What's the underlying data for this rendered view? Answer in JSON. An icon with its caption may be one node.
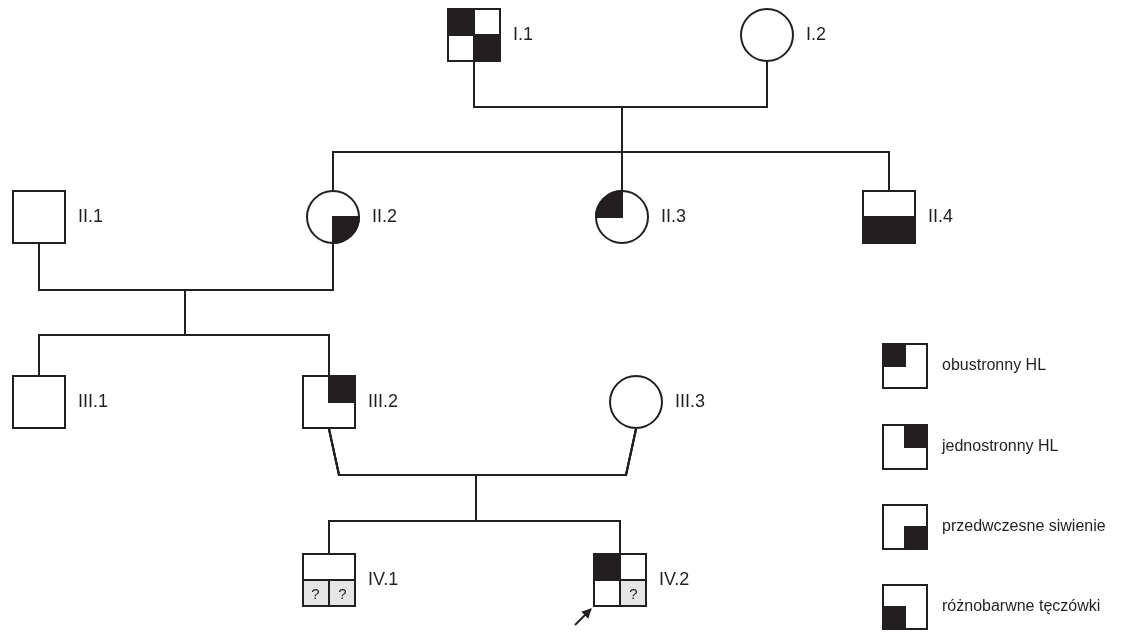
{
  "diagram": {
    "nodes": [
      {
        "text": [],
        "shape": "box",
        "beside": [
          "I.1"
        ]
      },
      {
        "text": [],
        "shape": "circle",
        "beside": [
          "I.2"
        ]
      },
      {
        "text": [],
        "shape": "box",
        "beside": [
          "II.1"
        ]
      },
      {
        "text": [],
        "shape": "circle",
        "beside": [
          "II.2"
        ]
      },
      {
        "text": [],
        "shape": "circle",
        "beside": [
          "II.3"
        ]
      },
      {
        "text": [],
        "shape": "box",
        "beside": [
          "II.4"
        ]
      },
      {
        "text": [],
        "shape": "box",
        "beside": [
          "III.1"
        ]
      },
      {
        "text": [],
        "shape": "box",
        "beside": [
          "III.2"
        ]
      },
      {
        "text": [],
        "shape": "circle",
        "beside": [
          "III.3"
        ]
      },
      {
        "text": [
          "?",
          "?"
        ],
        "beside": [
          "IV.1"
        ]
      },
      {
        "text": [
          "?"
        ],
        "beside": [
          "IV.2"
        ]
      }
    ],
    "edges": [
      {
        "from": 0,
        "to": 1,
        "arrow": "none"
      },
      {
        "from": 0,
        "to": 3,
        "arrow": "none"
      },
      {
        "from": 1,
        "to": 3,
        "arrow": "none"
      },
      {
        "from": 0,
        "to": 4,
        "arrow": "none"
      },
      {
        "from": 1,
        "to": 4,
        "arrow": "none"
      },
      {
        "from": 0,
        "to": 5,
        "arrow": "none"
      },
      {
        "from": 1,
        "to": 5,
        "arrow": "none"
      },
      {
        "from": 2,
        "to": 3,
        "arrow": "none"
      },
      {
        "from": 2,
        "to": 6,
        "arrow": "none"
      },
      {
        "from": 3,
        "to": 6,
        "arrow": "none"
      },
      {
        "from": 2,
        "to": 7,
        "arrow": "none"
      },
      {
        "from": 3,
        "to": 7,
        "arrow": "none"
      },
      {
        "from": 7,
        "to": 8,
        "arrow": "none"
      },
      {
        "from": 7,
        "to": 9,
        "arrow": "none"
      },
      {
        "from": 8,
        "to": 9,
        "arrow": "none"
      },
      {
        "from": 7,
        "to": 10,
        "arrow": "none"
      },
      {
        "from": 8,
        "to": 10,
        "arrow": "none"
      },
      {
        "from": null,
        "to": 10,
        "arrow": "to"
      }
    ],
    "legend": [
      {
        "text": "obustronny HL"
      },
      {
        "text": "jednostronny HL"
      },
      {
        "text": "przedwczesne siwienie"
      },
      {
        "text": "różnobarwne tęczówki"
      }
    ]
  }
}
